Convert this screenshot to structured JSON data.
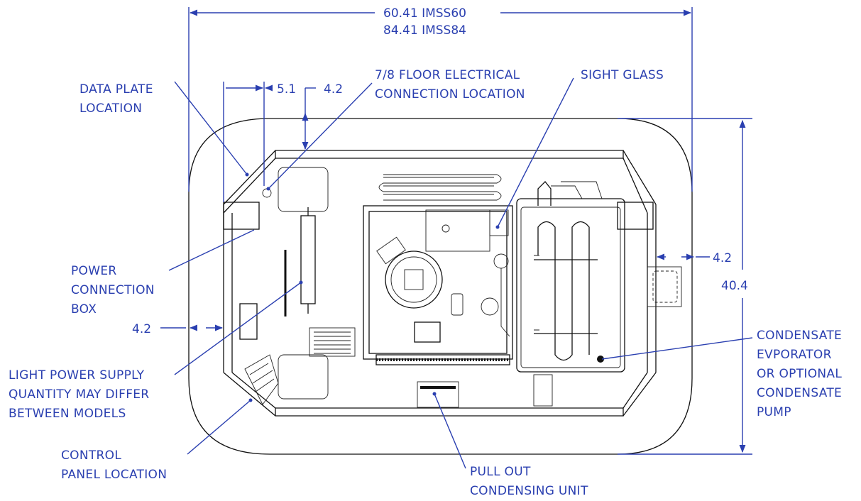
{
  "dimensions": {
    "width_line1": "60.41 IMSS60",
    "width_line2": "84.41 IMSS84",
    "d51": "5.1",
    "d42_top": "4.2",
    "d42_left": "4.2",
    "d42_right": "4.2",
    "height": "40.4"
  },
  "callouts": {
    "data_plate": [
      "DATA PLATE",
      "LOCATION"
    ],
    "floor_electrical": [
      "7/8 FLOOR ELECTRICAL",
      "CONNECTION LOCATION"
    ],
    "sight_glass": [
      "SIGHT GLASS"
    ],
    "power_box": [
      "POWER",
      "CONNECTION",
      "BOX"
    ],
    "light_supply": [
      "LIGHT POWER SUPPLY",
      "QUANTITY MAY DIFFER",
      "BETWEEN MODELS"
    ],
    "control_panel": [
      "CONTROL",
      "PANEL LOCATION"
    ],
    "condensate": [
      "CONDENSATE",
      "EVPORATOR",
      "OR OPTIONAL",
      "CONDENSATE",
      "PUMP"
    ],
    "pull_out": [
      "PULL OUT",
      "CONDENSING UNIT"
    ]
  },
  "colors": {
    "annotation": "#2a3fb0",
    "drawing": "#111111"
  }
}
